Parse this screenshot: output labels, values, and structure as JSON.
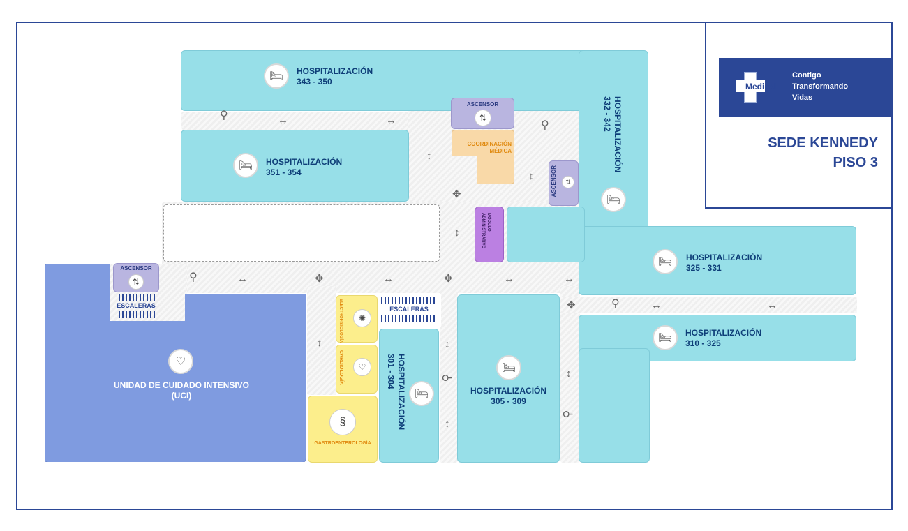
{
  "brand": {
    "name": "Medical",
    "tagline": [
      "Contigo",
      "Transformando",
      "Vidas"
    ],
    "color": "#2B4796"
  },
  "header": {
    "site": "SEDE KENNEDY",
    "floor": "PISO 3"
  },
  "rooms": {
    "h343": {
      "title": "HOSPITALIZACIÓN",
      "range": "343 - 350"
    },
    "h351": {
      "title": "HOSPITALIZACIÓN",
      "range": "351 - 354"
    },
    "h332": {
      "title": "HOSPITALIZACIÓN",
      "range": "332 - 342"
    },
    "h325": {
      "title": "HOSPITALIZACIÓN",
      "range": "325 - 331"
    },
    "h310": {
      "title": "HOSPITALIZACIÓN",
      "range": "310 - 325"
    },
    "h305": {
      "title": "HOSPITALIZACIÓN",
      "range": "305 - 309"
    },
    "h301": {
      "title": "HOSPITALIZACIÓN",
      "range": "301 - 304"
    },
    "uci": {
      "title": "UNIDAD DE CUIDADO INTENSIVO",
      "sub": "(UCI)"
    },
    "coord": {
      "line1": "COORDINACIÓN",
      "line2": "MÉDICA"
    },
    "modulo": {
      "line1": "MÓDULO",
      "line2": "ADMINISTRATIVO"
    },
    "electro": "ELECTROFISIOLOGÍA",
    "cardio": "CARDIOLOGÍA",
    "gastro": "GASTROENTEROLOGÍA",
    "asc_top": "ASCENSOR",
    "asc_right": "ASCENSOR",
    "asc_left": "ASCENSOR",
    "esc_left": "ESCALERAS",
    "esc_mid": "ESCALERAS"
  },
  "colors": {
    "hospitalization": "#97DFE8",
    "uci": "#7F9BE0",
    "specialty": "#FCEE8C",
    "coordination": "#F9D9A8",
    "elevator": "#B9B5E0",
    "admin": "#BB80E2",
    "text": "#0E3E78"
  }
}
